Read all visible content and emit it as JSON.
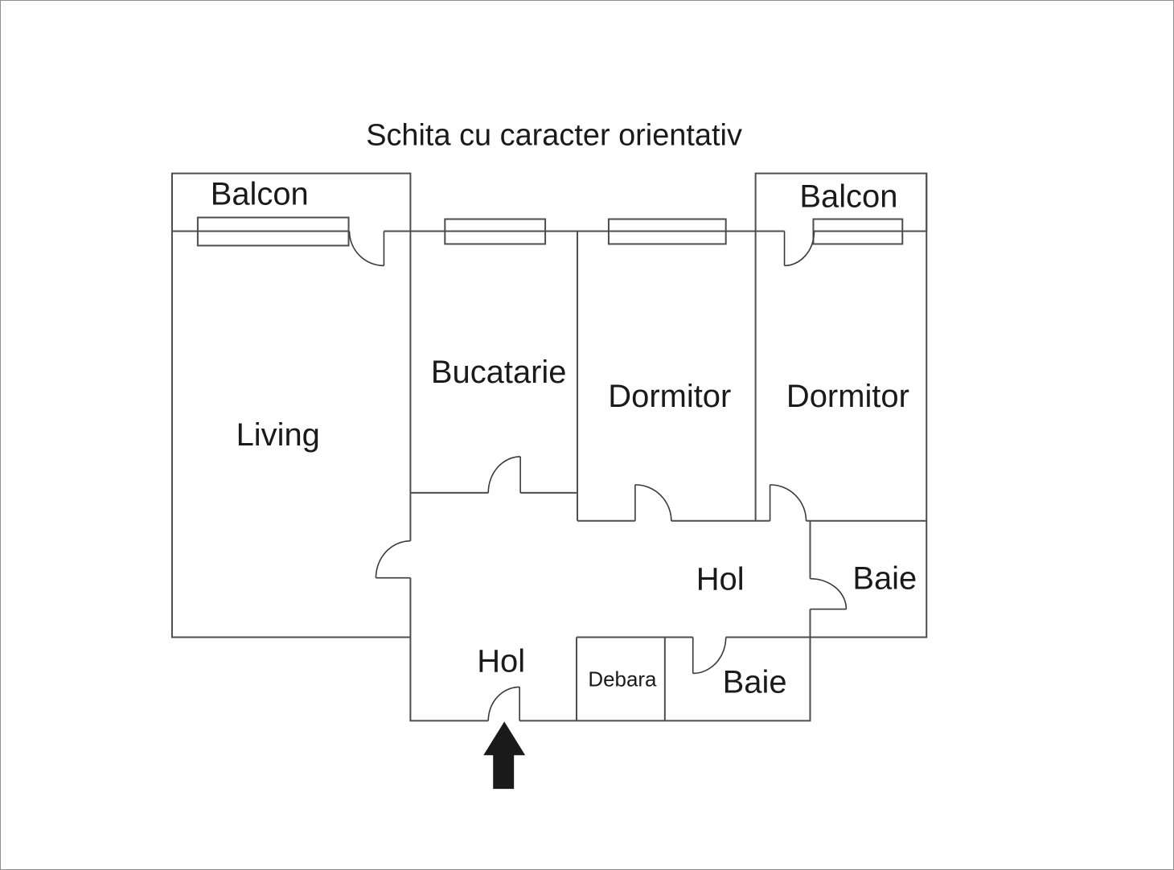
{
  "title": "Schita cu caracter orientativ",
  "labels": {
    "balcon_left": "Balcon",
    "balcon_right": "Balcon",
    "living": "Living",
    "bucatarie": "Bucatarie",
    "dormitor_1": "Dormitor",
    "dormitor_2": "Dormitor",
    "hol_upper": "Hol",
    "baie_upper": "Baie",
    "hol_lower": "Hol",
    "debara": "Debara",
    "baie_lower": "Baie"
  },
  "colors": {
    "wall": "#4d4d4d",
    "door": "#3a3a3a",
    "window": "#4d4d4d",
    "text": "#1a1a1a",
    "arrow": "#1a1a1a",
    "background": "#ffffff",
    "frame": "#8f8f8f"
  }
}
